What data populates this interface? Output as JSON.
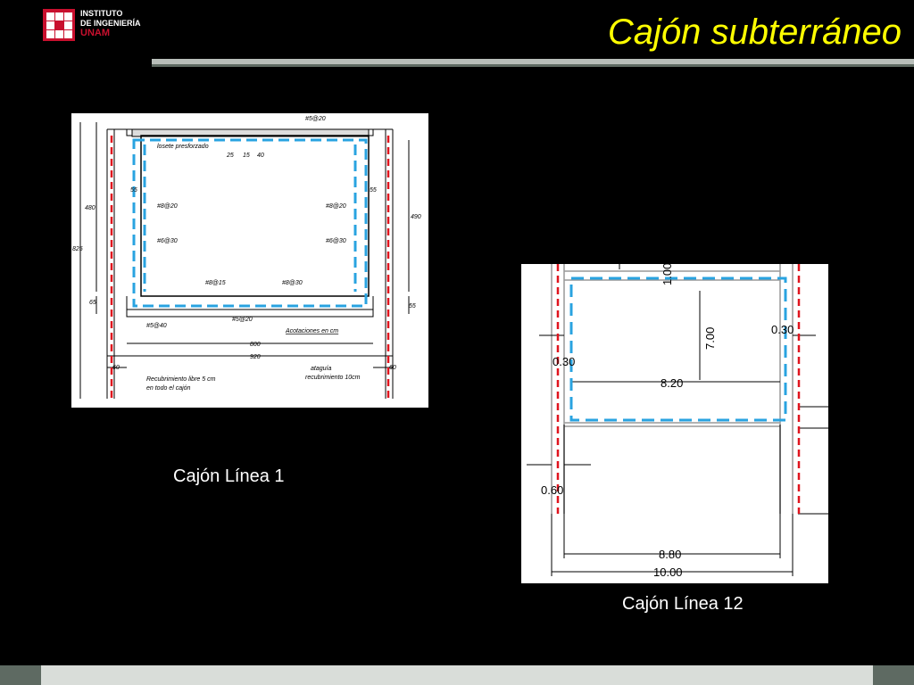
{
  "header": {
    "logo_line1": "INSTITUTO",
    "logo_line2": "DE INGENIERÍA",
    "logo_line3": "UNAM",
    "title": "Cajón subterráneo"
  },
  "figure1": {
    "caption": "Cajón Línea 1",
    "labels": {
      "top_bar": "#5@20",
      "losete": "losete presforzado",
      "d25": "25",
      "d15": "15",
      "d40": "40",
      "d55_left": "55",
      "d55_right": "55",
      "d480": "480",
      "d490": "490",
      "d825": "825",
      "d65": "65",
      "d55b": "55",
      "bar_l1": "#8@20",
      "bar_l2": "#6@30",
      "bar_r1": "#8@20",
      "bar_r2": "#6@30",
      "bar_b1": "#8@15",
      "bar_b2": "#8@30",
      "bar_b3": "#5@20",
      "bar_b4": "#5@40",
      "acot": "Acotaciones en cm",
      "d800": "800",
      "d920": "920",
      "d60_l": "60",
      "d60_r": "60",
      "recub1": "Recubrimiento libre 5 cm",
      "recub2": "en todo el cajón",
      "atag1": "ataguía",
      "atag2": "recubrimiento 10cm"
    }
  },
  "figure2": {
    "caption": "Cajón Línea 12",
    "labels": {
      "d100": "1.00",
      "d700": "7.00",
      "d030_l": "0.30",
      "d030_r": "0.30",
      "d820": "8.20",
      "d060": "0.60",
      "d880": "8.80",
      "d1000": "10.00"
    }
  },
  "colors": {
    "title": "#ffff00",
    "background": "#000000",
    "red_dash": "#e0141e",
    "blue_dash": "#29a3e0",
    "logo_red": "#c8102e"
  }
}
